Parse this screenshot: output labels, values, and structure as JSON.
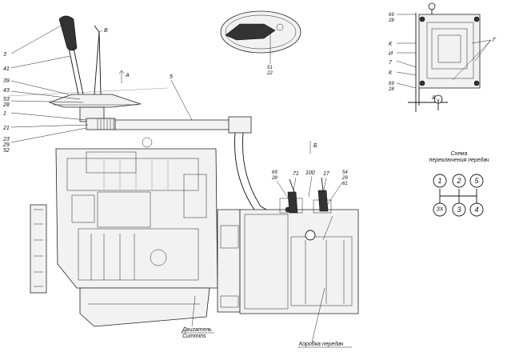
{
  "labels": {
    "callouts_left": [
      "3",
      "41",
      "В",
      "39",
      "43",
      "53",
      "28",
      "1",
      "21",
      "23",
      "29",
      "52"
    ],
    "view_a": "А",
    "rod_5": "5",
    "view_b": "Б",
    "callout_51": "51",
    "callout_22": "22",
    "detail_right": [
      "69",
      "28",
      "К",
      "И",
      "7",
      "К",
      "69",
      "28",
      "Г"
    ],
    "detail_right_a": "А",
    "center_callouts": [
      "69",
      "28",
      "71",
      "100",
      "17",
      "54",
      "29",
      "61"
    ],
    "engine_caption": [
      "Двигатель",
      "Cummins"
    ],
    "gearbox_caption": "Коробка передач"
  },
  "shift_scheme": {
    "title_line1": "Схема",
    "title_line2": "переключения передач",
    "top": [
      "1",
      "2",
      "5"
    ],
    "bottom": [
      "ЗХ",
      "3",
      "4"
    ]
  }
}
